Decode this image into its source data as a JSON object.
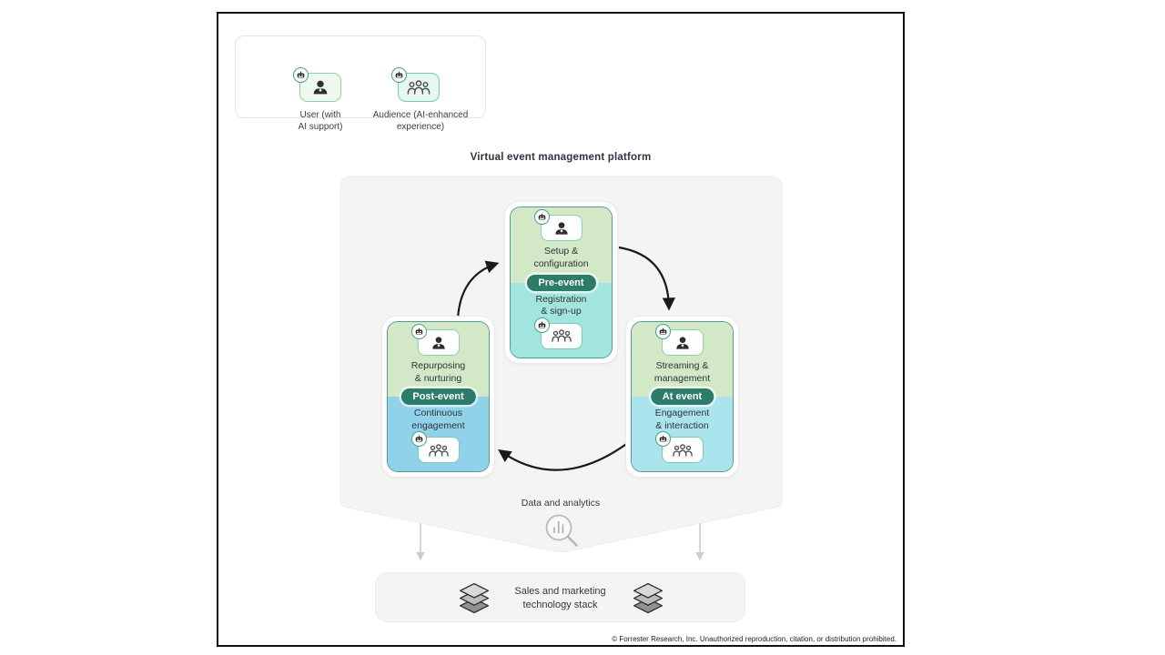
{
  "colors": {
    "stage_top_green": "#d3e8c6",
    "badge_bg": "#2d7c69",
    "platform_bg": "#f4f4f2",
    "pre_event_bottom": "#a2e5de",
    "at_event_bottom": "#ace4ed",
    "post_event_bottom": "#90d2ea"
  },
  "legend": {
    "user_label": "User (with\nAI support)",
    "audience_label": "Audience (AI-enhanced\nexperience)",
    "user_icon": "user-with-ai-robot-badge",
    "audience_icon": "audience-group-with-ai-robot-badge"
  },
  "title": "Virtual event management platform",
  "stages": [
    {
      "badge": "Pre-event",
      "top": "Setup &\nconfiguration",
      "bottom": "Registration\n& sign-up"
    },
    {
      "badge": "At event",
      "top": "Streaming &\nmanagement",
      "bottom": "Engagement\n& interaction"
    },
    {
      "badge": "Post-event",
      "top": "Repurposing\n& nurturing",
      "bottom": "Continuous\nengagement"
    }
  ],
  "analytics_label": "Data and analytics",
  "analytics_icon": "magnifier-bar-chart",
  "stack_label": "Sales and marketing\ntechnology stack",
  "stack_icon": "stacked-layers",
  "copyright": "© Forrester Research, Inc. Unauthorized reproduction, citation, or distribution prohibited."
}
